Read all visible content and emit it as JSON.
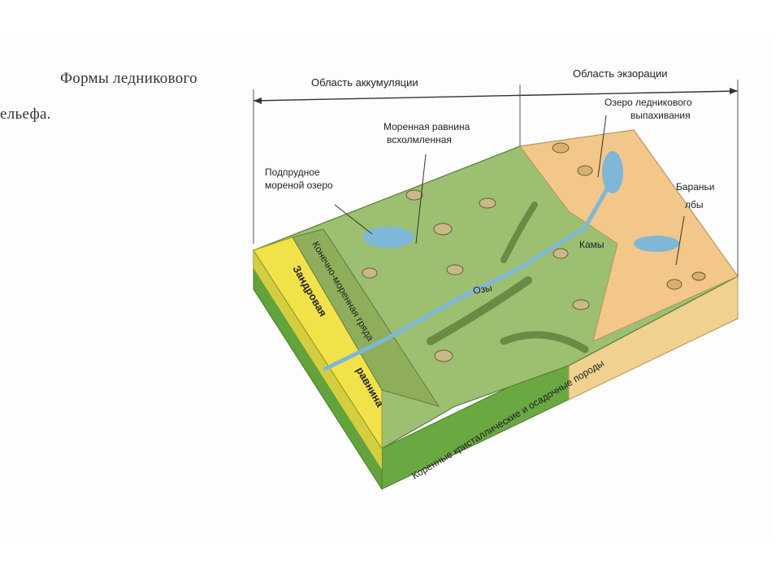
{
  "title": {
    "line1": "Формы ледникового",
    "line2": "ельефа."
  },
  "regions": {
    "accumulation": "Область аккумуляции",
    "exaration": "Область экзорации"
  },
  "labels": {
    "lake_moraine": [
      "Подпрудное",
      "мореной озеро"
    ],
    "moraine_plain": [
      "Моренная равнина",
      "всхолмленная"
    ],
    "lake_plowing": [
      "Озеро ледникового",
      "выпахивания"
    ],
    "sheep_backs": [
      "Бараньи",
      "лбы"
    ],
    "kames": "Камы",
    "eskers": "Озы",
    "terminal_ridge": "Конечно-моренная гряда",
    "outwash1": "Зандровая",
    "outwash2": "равнина",
    "bedrock": "Коренные кристаллические и осадочные породы"
  },
  "colors": {
    "green_plain": "#9cbf72",
    "green_side": "#62a33c",
    "yellow_sand": "#f2e24a",
    "orange_rock": "#f2c789",
    "water": "#7fb7d8"
  }
}
